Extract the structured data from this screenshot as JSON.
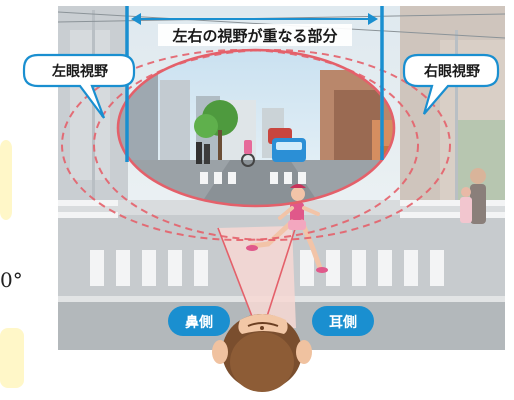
{
  "labels": {
    "overlap": "左右の視野が重なる部分",
    "left_eye": "左眼視野",
    "right_eye": "右眼視野",
    "nose_side": "鼻側",
    "ear_side": "耳側"
  },
  "fragment_degree": "0°",
  "colors": {
    "accent_blue": "#1a8fd0",
    "field_red": "#e4606a",
    "callout_fill": "#ffffff",
    "cone_fill": "#f7d8d4",
    "yellow_panel": "#fff7c8"
  }
}
